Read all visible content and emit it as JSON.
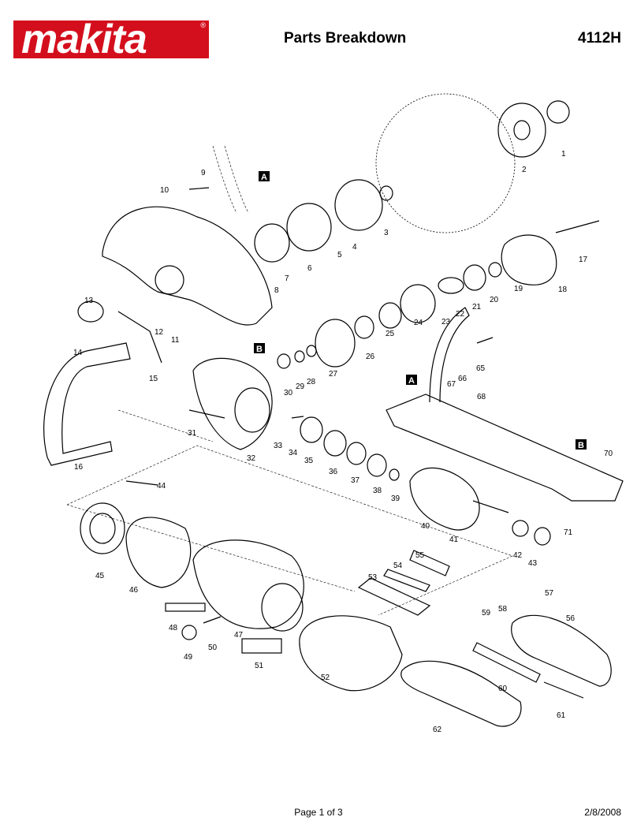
{
  "header": {
    "brand": "makita",
    "title": "Parts Breakdown",
    "model": "4112H"
  },
  "footer": {
    "page": "Page 1 of 3",
    "date": "2/8/2008"
  },
  "markers": [
    "A",
    "B"
  ],
  "parts": [
    "1",
    "2",
    "3",
    "4",
    "5",
    "6",
    "7",
    "8",
    "9",
    "10",
    "11",
    "12",
    "13",
    "14",
    "15",
    "16",
    "17",
    "18",
    "19",
    "20",
    "21",
    "22",
    "23",
    "24",
    "25",
    "26",
    "27",
    "28",
    "29",
    "30",
    "31",
    "32",
    "33",
    "34",
    "35",
    "36",
    "37",
    "38",
    "39",
    "40",
    "41",
    "42",
    "43",
    "44",
    "45",
    "46",
    "47",
    "48",
    "49",
    "50",
    "51",
    "52",
    "53",
    "54",
    "55",
    "56",
    "57",
    "58",
    "59",
    "60",
    "61",
    "62",
    "65",
    "66",
    "67",
    "68",
    "70",
    "71"
  ],
  "colors": {
    "brand_red": "#d40f1d"
  }
}
